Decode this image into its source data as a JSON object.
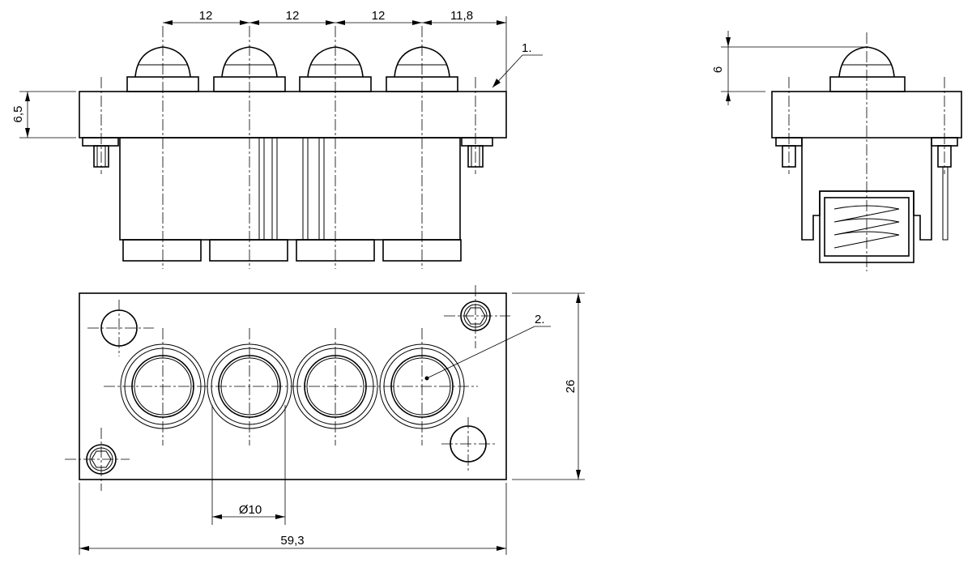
{
  "dimensions": {
    "pitch_1": "12",
    "pitch_2": "12",
    "pitch_3": "12",
    "edge_offset": "11,8",
    "plate_height": "6,5",
    "ball_protrusion": "6",
    "width_depth": "26",
    "diameter": "Ø10",
    "overall_length": "59,3"
  },
  "callouts": {
    "item_1": "1.",
    "item_2": "2."
  }
}
